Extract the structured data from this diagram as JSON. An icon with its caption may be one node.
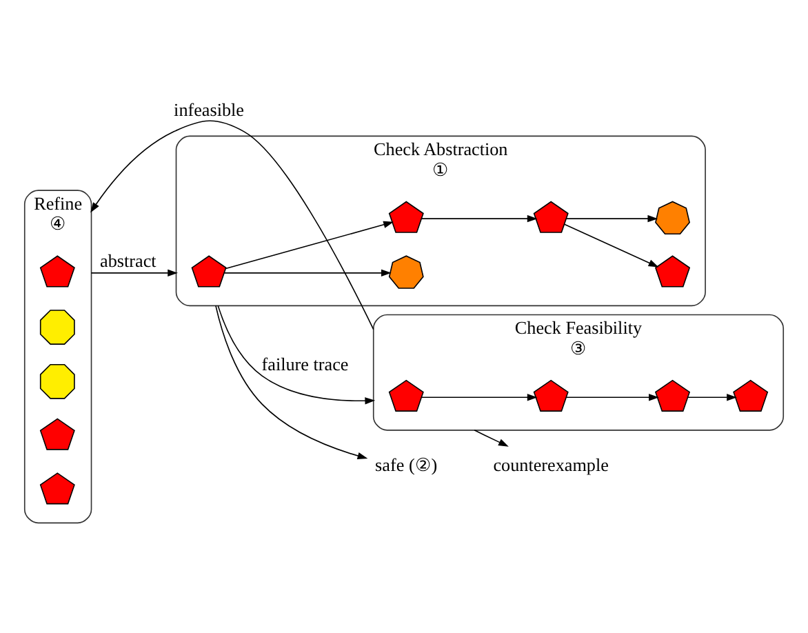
{
  "diagram": {
    "nodes": [
      {
        "text": [
          "Check Abstraction",
          "①"
        ]
      },
      {
        "text": [],
        "shape": "pentagon",
        "in": 0
      },
      {
        "text": [],
        "shape": "heptagon",
        "in": 0
      },
      {
        "text": [],
        "shape": "pentagon",
        "in": 0
      },
      {
        "text": [],
        "shape": "pentagon",
        "in": 0
      },
      {
        "text": [],
        "shape": "pentagon",
        "in": 0
      },
      {
        "text": [],
        "shape": "heptagon",
        "in": 0
      },
      {
        "text": [
          "safe (②)"
        ]
      },
      {
        "text": [
          "Check Feasibility",
          "③"
        ]
      },
      {
        "text": [],
        "shape": "pentagon",
        "in": 8
      },
      {
        "text": [],
        "shape": "pentagon",
        "in": 8
      },
      {
        "text": [],
        "shape": "pentagon",
        "in": 8
      },
      {
        "text": [],
        "shape": "pentagon",
        "in": 8
      },
      {
        "text": [
          "counterexample"
        ]
      },
      {
        "text": [
          "Refine",
          "④"
        ]
      },
      {
        "text": [],
        "shape": "pentagon",
        "in": 14
      },
      {
        "text": [],
        "shape": "octagon",
        "in": 14
      },
      {
        "text": [],
        "shape": "octagon",
        "in": 14
      },
      {
        "text": [],
        "shape": "pentagon",
        "in": 14
      },
      {
        "text": [],
        "shape": "pentagon",
        "in": 14
      }
    ],
    "edges": [
      {
        "from": 1,
        "to": 2,
        "arrow": "to"
      },
      {
        "from": 1,
        "to": 3,
        "arrow": "to"
      },
      {
        "from": 3,
        "to": 4,
        "arrow": "to"
      },
      {
        "from": 4,
        "to": 5,
        "arrow": "to"
      },
      {
        "from": 4,
        "to": 6,
        "arrow": "to"
      },
      {
        "from": 0,
        "to": 7,
        "arrow": "to"
      },
      {
        "from": 0,
        "to": 8,
        "label": "failure trace",
        "arrow": "to"
      },
      {
        "from": 9,
        "to": 10,
        "arrow": "to"
      },
      {
        "from": 10,
        "to": 11,
        "arrow": "to"
      },
      {
        "from": 11,
        "to": 12,
        "arrow": "to"
      },
      {
        "from": 8,
        "to": 14,
        "label": "infeasible",
        "arrow": "to"
      },
      {
        "from": 8,
        "to": 13,
        "arrow": "to"
      },
      {
        "from": 14,
        "to": 0,
        "label": "abstract",
        "arrow": "to"
      }
    ]
  }
}
